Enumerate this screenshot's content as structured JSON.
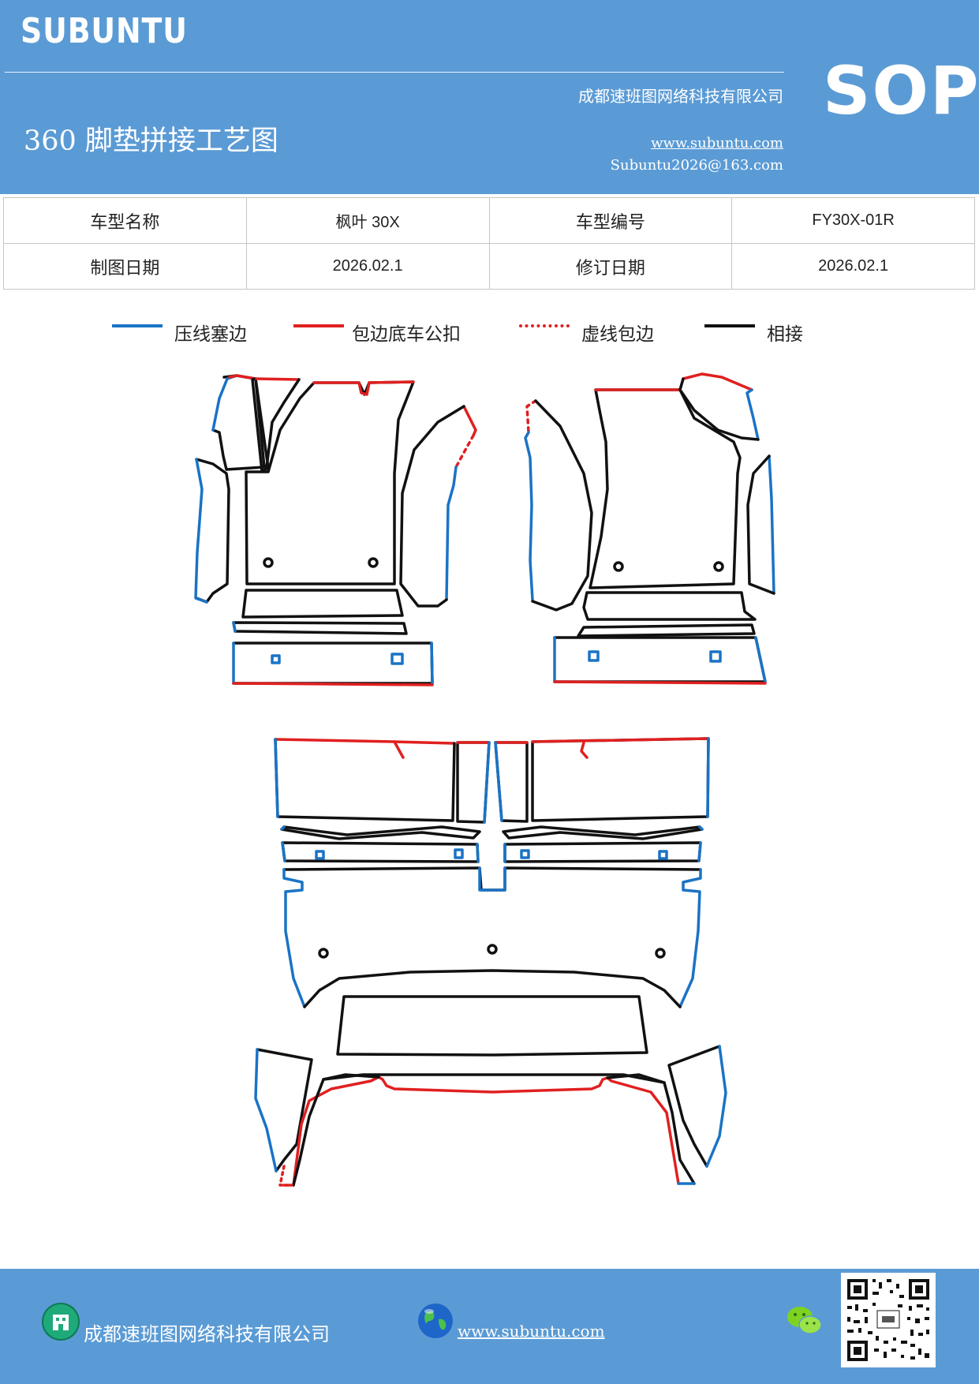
{
  "header": {
    "brand": "SUBUNTU",
    "company": "成都速班图网络科技有限公司",
    "title": "360 脚垫拼接工艺图",
    "website": "www.subuntu.com",
    "email": "Subuntu2026@163.com",
    "sop": "SOP"
  },
  "info_table": {
    "rows": [
      [
        "车型名称",
        "枫叶 30X",
        "车型编号",
        "FY30X-01R"
      ],
      [
        "制图日期",
        "2026.02.1",
        "修订日期",
        "2026.02.1"
      ]
    ]
  },
  "legend": [
    {
      "label": "压线塞边",
      "color": "#1a73c6",
      "style": "solid"
    },
    {
      "label": "包边底车公扣",
      "color": "#e02020",
      "style": "solid"
    },
    {
      "label": "虚线包边",
      "color": "#e02020",
      "style": "dotted"
    },
    {
      "label": "相接",
      "color": "#111111",
      "style": "solid"
    }
  ],
  "colors": {
    "header": "#5b9bd5",
    "blue_line": "#1a73c6",
    "red_line": "#e02020",
    "black_line": "#111111"
  },
  "footer": {
    "company": "成都速班图网络科技有限公司",
    "website": "www.subuntu.com",
    "icons": [
      "building-icon",
      "globe-icon",
      "wechat-icon",
      "qr-code"
    ]
  }
}
